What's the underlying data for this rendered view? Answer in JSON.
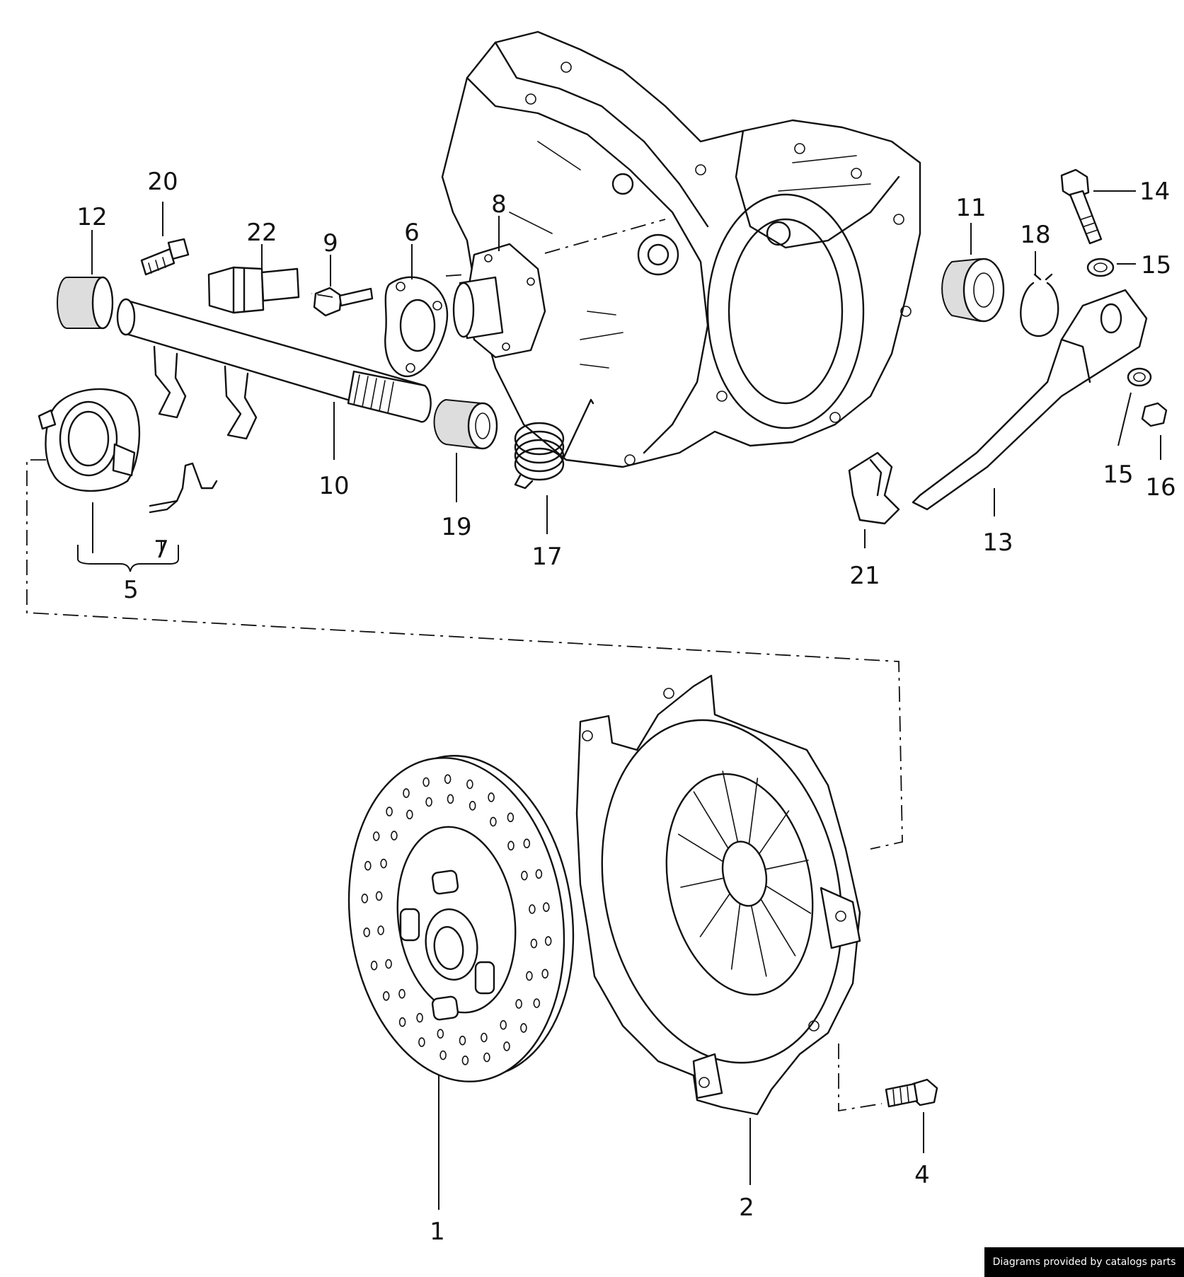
{
  "callouts": [
    {
      "id": "c1",
      "text": "1"
    },
    {
      "id": "c2",
      "text": "2"
    },
    {
      "id": "c4",
      "text": "4"
    },
    {
      "id": "c5",
      "text": "5"
    },
    {
      "id": "c6",
      "text": "6"
    },
    {
      "id": "c7",
      "text": "7"
    },
    {
      "id": "c8",
      "text": "8"
    },
    {
      "id": "c9",
      "text": "9"
    },
    {
      "id": "c10",
      "text": "10"
    },
    {
      "id": "c11",
      "text": "11"
    },
    {
      "id": "c12",
      "text": "12"
    },
    {
      "id": "c13",
      "text": "13"
    },
    {
      "id": "c14",
      "text": "14"
    },
    {
      "id": "c15a",
      "text": "15"
    },
    {
      "id": "c15b",
      "text": "15"
    },
    {
      "id": "c16",
      "text": "16"
    },
    {
      "id": "c17",
      "text": "17"
    },
    {
      "id": "c18",
      "text": "18"
    },
    {
      "id": "c19",
      "text": "19"
    },
    {
      "id": "c20",
      "text": "20"
    },
    {
      "id": "c21",
      "text": "21"
    },
    {
      "id": "c22",
      "text": "22"
    }
  ],
  "footer": {
    "text": "Diagrams provided by catalogs parts"
  }
}
